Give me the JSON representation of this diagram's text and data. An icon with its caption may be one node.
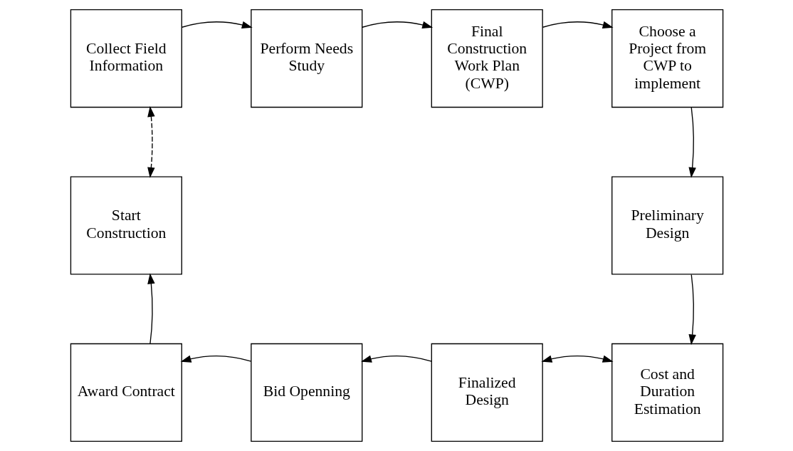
{
  "diagram": {
    "nodes": [
      {
        "text": [
          "Collect Field Information"
        ]
      },
      {
        "text": [
          "Perform Needs Study"
        ]
      },
      {
        "text": [
          "Final Construction Work Plan (CWP)"
        ]
      },
      {
        "text": [
          "Choose a Project from CWP to implement"
        ]
      },
      {
        "text": [
          "Preliminary Design"
        ]
      },
      {
        "text": [
          "Cost and Duration Estimation"
        ]
      },
      {
        "text": [
          "Finalized Design"
        ]
      },
      {
        "text": [
          "Bid Openning"
        ]
      },
      {
        "text": [
          "Award Contract"
        ]
      },
      {
        "text": [
          "Start Construction"
        ]
      }
    ],
    "edges": [
      {
        "from": 0,
        "to": 1,
        "arrow": "to"
      },
      {
        "from": 1,
        "to": 2,
        "arrow": "to"
      },
      {
        "from": 2,
        "to": 3,
        "arrow": "to"
      },
      {
        "from": 3,
        "to": 4,
        "arrow": "to"
      },
      {
        "from": 4,
        "to": 5,
        "arrow": "to"
      },
      {
        "from": 5,
        "to": 6,
        "arrow": "both"
      },
      {
        "from": 6,
        "to": 7,
        "arrow": "to"
      },
      {
        "from": 7,
        "to": 8,
        "arrow": "to"
      },
      {
        "from": 8,
        "to": 9,
        "arrow": "to"
      },
      {
        "from": 0,
        "to": 9,
        "arrow": "both",
        "style": "dashed"
      }
    ]
  }
}
